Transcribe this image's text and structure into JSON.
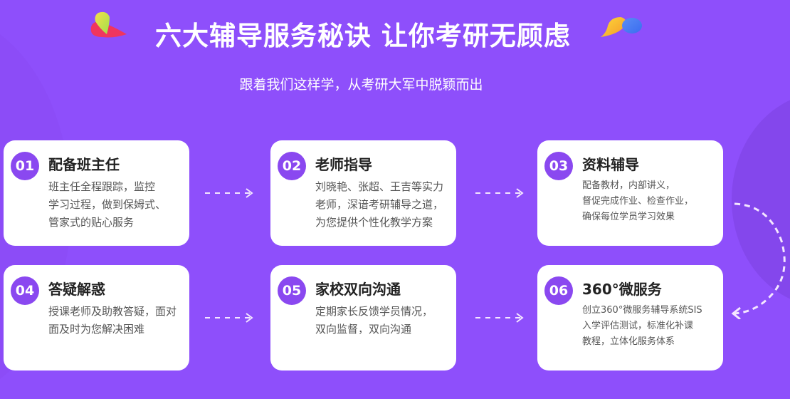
{
  "header": {
    "title": "六大辅导服务秘诀 让你考研无顾虑",
    "subtitle": "跟着我们这样学，从考研大军中脱颖而出"
  },
  "colors": {
    "background": "#8e4ffb",
    "badge": "#8a48f0",
    "card": "#ffffff",
    "title_text": "#222222",
    "desc_text": "#555555"
  },
  "cards": [
    {
      "number": "01",
      "title": "配备班主任",
      "lines": [
        "班主任全程跟踪，监控",
        "学习过程，做到保姆式、",
        "管家式的贴心服务"
      ]
    },
    {
      "number": "02",
      "title": "老师指导",
      "lines": [
        "刘晓艳、张超、王吉等实力",
        "老师，深谙考研辅导之道，",
        "为您提供个性化教学方案"
      ]
    },
    {
      "number": "03",
      "title": "资料辅导",
      "lines": [
        "配备教材，内部讲义，",
        "督促完成作业、检查作业，",
        "确保每位学员学习效果"
      ]
    },
    {
      "number": "04",
      "title": "答疑解惑",
      "lines": [
        "授课老师及助教答疑，面对",
        "面及时为您解决困难"
      ]
    },
    {
      "number": "05",
      "title": "家校双向沟通",
      "lines": [
        "定期家长反馈学员情况，",
        "双向监督，双向沟通"
      ]
    },
    {
      "number": "06",
      "title": "360°微服务",
      "lines": [
        "创立360°微服务辅导系统SIS",
        "入学评估测试，标准化补课",
        "教程，立体化服务体系"
      ]
    }
  ],
  "icons": {
    "deco_left": "ribbon-decoration-icon",
    "deco_right": "cloud-decoration-icon",
    "arrow": "dashed-arrow-right-icon",
    "curve_arrow": "dashed-curve-arrow-icon"
  }
}
